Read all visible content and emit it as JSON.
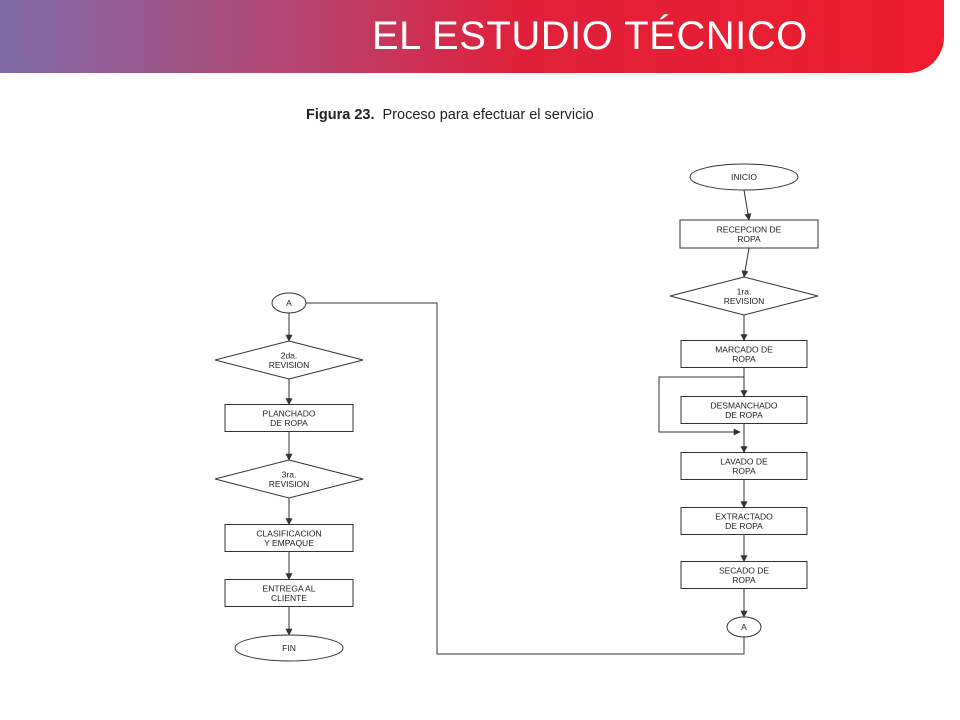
{
  "header": {
    "title": "EL ESTUDIO TÉCNICO"
  },
  "figure": {
    "number": "Figura 23.",
    "caption": "Proceso para efectuar el servicio"
  },
  "nodes": [
    {
      "id": "inicio",
      "shape": "terminal",
      "lines": [
        "INICIO"
      ]
    },
    {
      "id": "recepcion",
      "shape": "process",
      "lines": [
        "RECEPCION DE",
        "ROPA"
      ]
    },
    {
      "id": "rev1",
      "shape": "decision",
      "lines": [
        "1ra.",
        "REVISION"
      ]
    },
    {
      "id": "marcado",
      "shape": "process",
      "lines": [
        "MARCADO DE",
        "ROPA"
      ]
    },
    {
      "id": "desmanchado",
      "shape": "process",
      "lines": [
        "DESMANCHADO",
        "DE ROPA"
      ]
    },
    {
      "id": "lavado",
      "shape": "process",
      "lines": [
        "LAVADO DE",
        "ROPA"
      ]
    },
    {
      "id": "extractado",
      "shape": "process",
      "lines": [
        "EXTRACTADO",
        "DE ROPA"
      ]
    },
    {
      "id": "secado",
      "shape": "process",
      "lines": [
        "SECADO DE",
        "ROPA"
      ]
    },
    {
      "id": "conn_a_right",
      "shape": "connector",
      "lines": [
        "A"
      ]
    },
    {
      "id": "conn_a_left",
      "shape": "connector",
      "lines": [
        "A"
      ]
    },
    {
      "id": "rev2",
      "shape": "decision",
      "lines": [
        "2da.",
        "REVISION"
      ]
    },
    {
      "id": "planchado",
      "shape": "process",
      "lines": [
        "PLANCHADO",
        "DE ROPA"
      ]
    },
    {
      "id": "rev3",
      "shape": "decision",
      "lines": [
        "3ra.",
        "REVISION"
      ]
    },
    {
      "id": "clasificacion",
      "shape": "process",
      "lines": [
        "CLASIFICACION",
        "Y EMPAQUE"
      ]
    },
    {
      "id": "entrega",
      "shape": "process",
      "lines": [
        "ENTREGA AL",
        "CLIENTE"
      ]
    },
    {
      "id": "fin",
      "shape": "terminal",
      "lines": [
        "FIN"
      ]
    }
  ],
  "edges": [
    [
      "inicio",
      "recepcion"
    ],
    [
      "recepcion",
      "rev1"
    ],
    [
      "rev1",
      "marcado"
    ],
    [
      "marcado",
      "desmanchado"
    ],
    [
      "marcado",
      "lavado",
      "bypass"
    ],
    [
      "desmanchado",
      "lavado"
    ],
    [
      "lavado",
      "extractado"
    ],
    [
      "extractado",
      "secado"
    ],
    [
      "secado",
      "conn_a_right"
    ],
    [
      "conn_a_right",
      "conn_a_left",
      "continuation"
    ],
    [
      "conn_a_left",
      "rev2"
    ],
    [
      "rev2",
      "planchado"
    ],
    [
      "planchado",
      "rev3"
    ],
    [
      "rev3",
      "clasificacion"
    ],
    [
      "clasificacion",
      "entrega"
    ],
    [
      "entrega",
      "fin"
    ]
  ]
}
